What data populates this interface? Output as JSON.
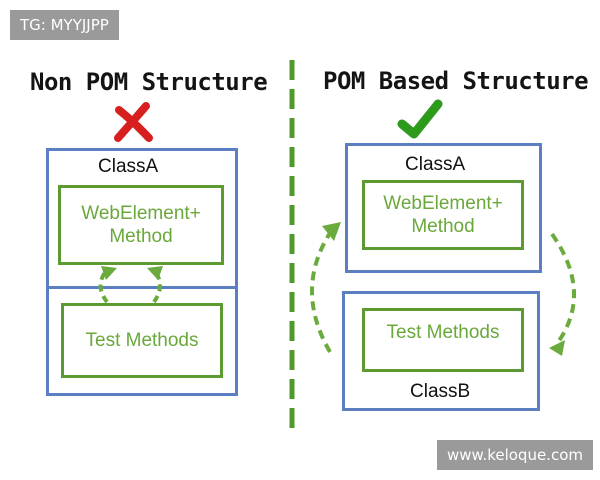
{
  "watermark_top": "TG: MYYJJPP",
  "watermark_bottom": "www.keloque.com",
  "left_panel": {
    "title": "Non POM Structure",
    "status_icon": "red-x-icon",
    "class_label": "ClassA",
    "element_box": "WebElement+\nMethod",
    "test_box": "Test Methods"
  },
  "right_panel": {
    "title": "POM Based Structure",
    "status_icon": "green-check-icon",
    "class_a_label": "ClassA",
    "element_box": "WebElement+\nMethod",
    "test_box": "Test Methods",
    "class_b_label": "ClassB"
  },
  "colors": {
    "class_border": "#5b7fc0",
    "inner_border": "#5e9a32",
    "inner_text": "#6aa83a",
    "arrow": "#6bab3e",
    "divider": "#4f9a2a",
    "cross": "#d81f1f",
    "check": "#2e9a1c"
  }
}
